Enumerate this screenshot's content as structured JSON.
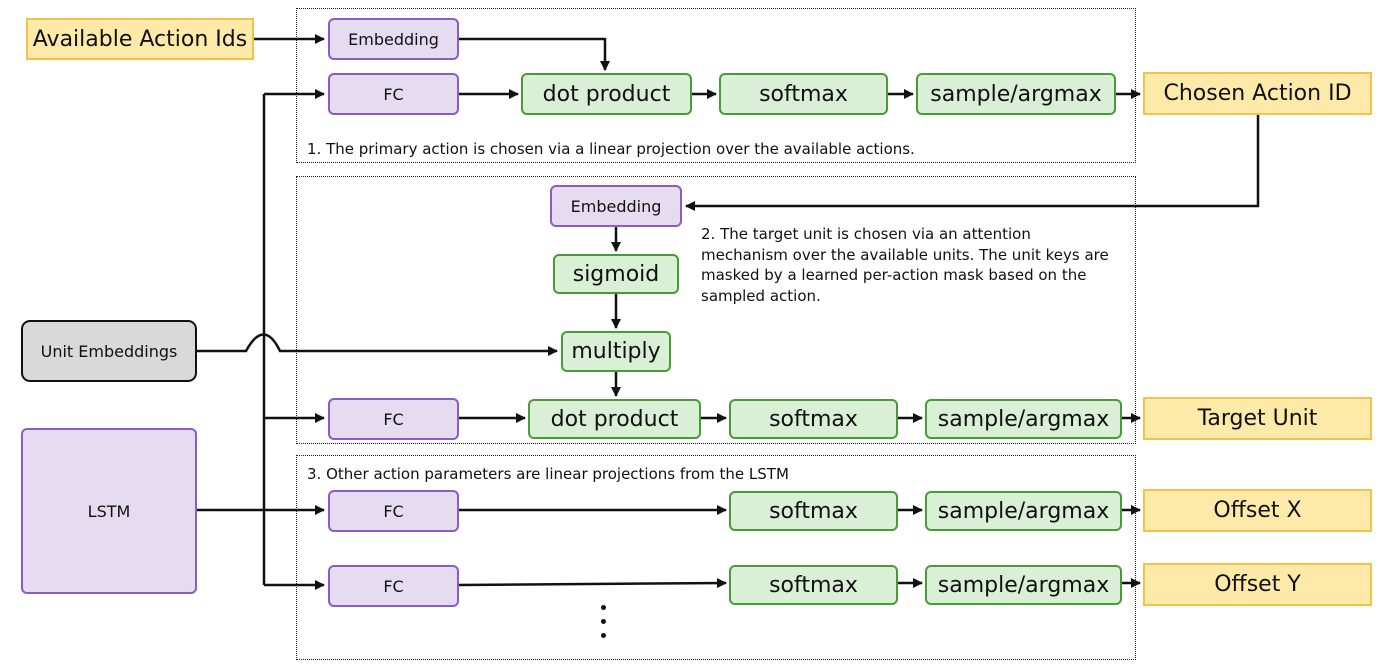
{
  "inputs": {
    "available_action_ids": "Available Action Ids",
    "unit_embeddings": "Unit Embeddings",
    "lstm": "LSTM"
  },
  "section1": {
    "embedding": "Embedding",
    "fc": "FC",
    "dot_product": "dot product",
    "softmax": "softmax",
    "sample": "sample/argmax",
    "note": "1. The primary action is chosen via a linear projection over the available actions."
  },
  "section2": {
    "embedding": "Embedding",
    "sigmoid": "sigmoid",
    "multiply": "multiply",
    "fc": "FC",
    "dot_product": "dot product",
    "softmax": "softmax",
    "sample": "sample/argmax",
    "note": "2. The target unit is chosen via an attention mechanism over the available units. The unit keys are masked by a learned per-action mask based on the sampled action."
  },
  "section3": {
    "note": "3. Other action parameters are linear projections from the LSTM",
    "row_x": {
      "fc": "FC",
      "softmax": "softmax",
      "sample": "sample/argmax"
    },
    "row_y": {
      "fc": "FC",
      "softmax": "softmax",
      "sample": "sample/argmax"
    }
  },
  "outputs": {
    "chosen_action_id": "Chosen Action ID",
    "target_unit": "Target Unit",
    "offset_x": "Offset X",
    "offset_y": "Offset Y"
  },
  "colors": {
    "purple_fill": "#e6dcf2",
    "purple_border": "#8a5cc4",
    "green_fill": "#d9f0d6",
    "green_border": "#4a9a3a",
    "yellow_fill": "#fde9a8",
    "yellow_border": "#f2c34a",
    "grey_fill": "#d9d9d9"
  }
}
